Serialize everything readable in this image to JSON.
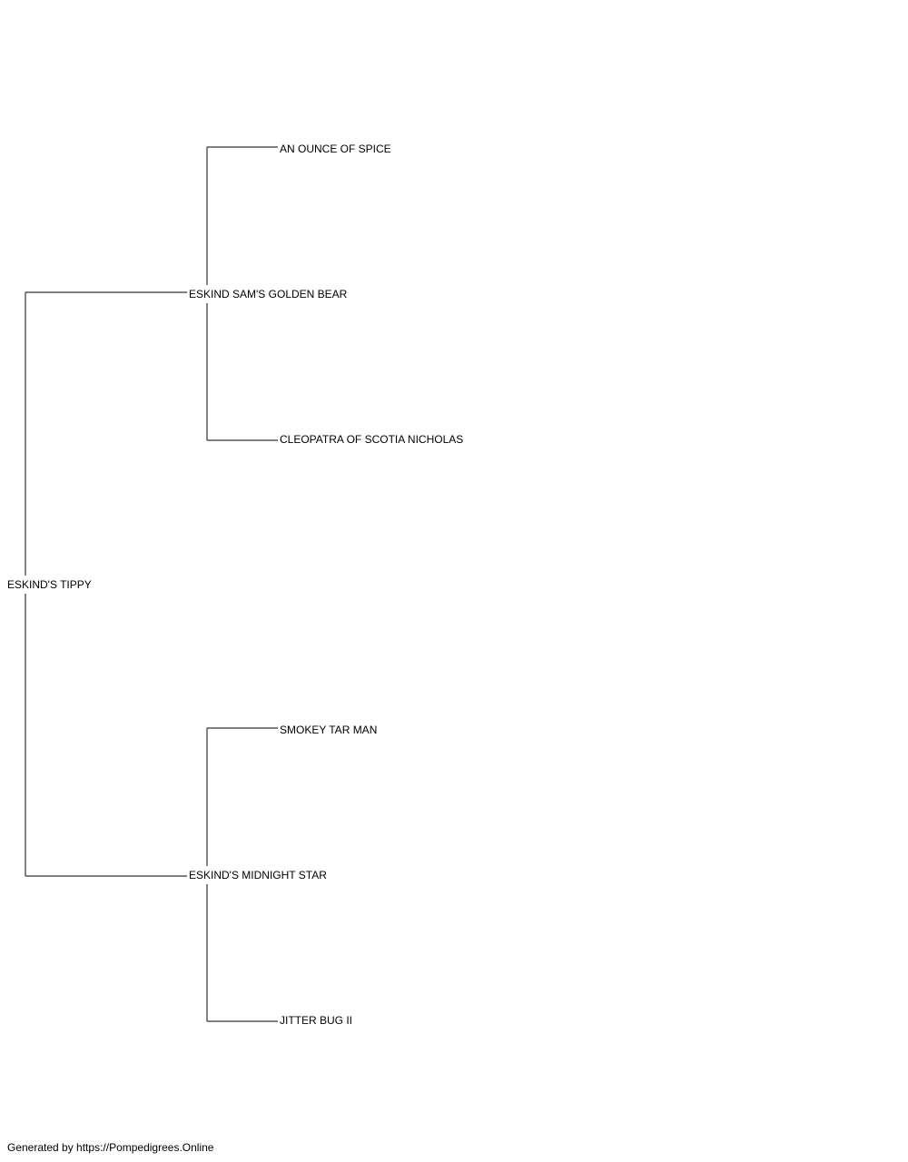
{
  "pedigree": {
    "subject": "ESKIND'S TIPPY",
    "sire": {
      "name": "ESKIND SAM'S GOLDEN BEAR",
      "sire": "AN OUNCE OF SPICE",
      "dam": "CLEOPATRA OF SCOTIA NICHOLAS"
    },
    "dam": {
      "name": "ESKIND'S MIDNIGHT STAR",
      "sire": "SMOKEY TAR MAN",
      "dam": "JITTER BUG II"
    }
  },
  "colors": {
    "line": "#333333",
    "text": "#000000",
    "background": "#ffffff"
  },
  "footer": {
    "text": "Generated by https://Pompedigrees.Online"
  }
}
